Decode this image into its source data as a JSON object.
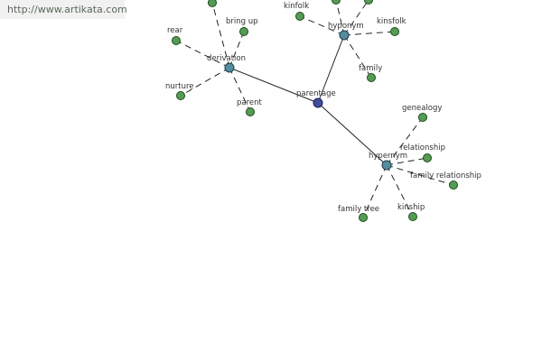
{
  "watermark": {
    "url": "http://www.artikata.com"
  },
  "colors": {
    "root_node": "#3f4ea0",
    "category_node": "#4f8f9f",
    "leaf_node": "#4f9f4f",
    "edge": "#222222"
  },
  "graph": {
    "root": "parentage",
    "categories": [
      {
        "id": "derivation",
        "label": "derivation",
        "terms": [
          "bring up",
          "rear",
          "nurture",
          "parent"
        ]
      },
      {
        "id": "hyponym",
        "label": "hyponym",
        "terms": [
          "kinfolk",
          "kinsfolk",
          "family"
        ]
      },
      {
        "id": "hypernym",
        "label": "hypernym",
        "terms": [
          "genealogy",
          "relationship",
          "family relationship",
          "kinship",
          "family tree"
        ]
      }
    ]
  }
}
